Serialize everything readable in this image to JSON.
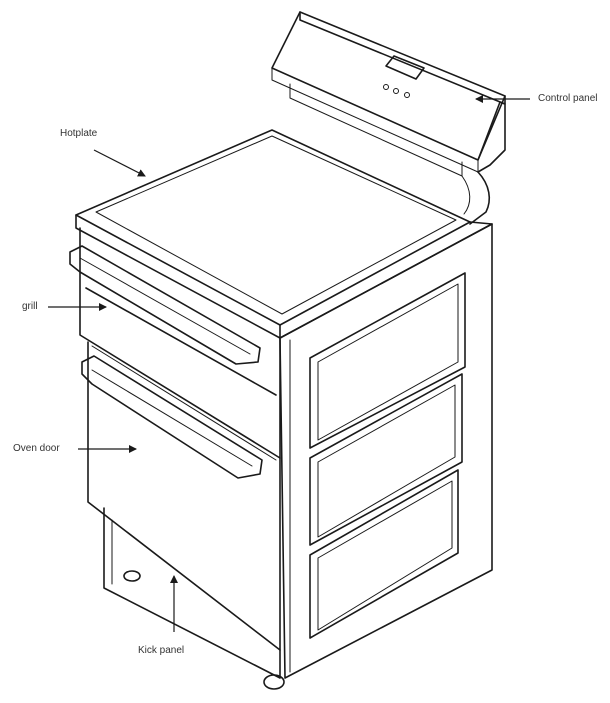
{
  "labels": {
    "hotplate": "Hotplate",
    "control_panel": "Control panel",
    "grill": "grill",
    "oven_door": "Oven door",
    "kick_panel": "Kick panel"
  },
  "colors": {
    "line": "#1a1a1a",
    "label_text": "#333333",
    "background": "#ffffff"
  }
}
